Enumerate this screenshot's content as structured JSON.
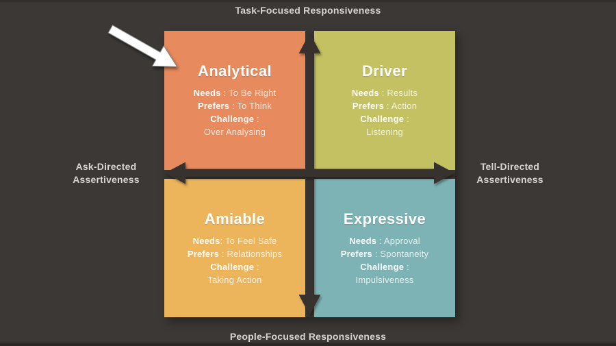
{
  "page": {
    "background_color": "#3b3835",
    "divider_color": "#37332f",
    "axis_text_color": "#d8d5d1"
  },
  "axes": {
    "top": "Task-Focused Responsiveness",
    "bottom": "People-Focused Responsiveness",
    "left_line1": "Ask-Directed",
    "left_line2": "Assertiveness",
    "right_line1": "Tell-Directed",
    "right_line2": "Assertiveness"
  },
  "quadrants": [
    {
      "id": "analytical",
      "title": "Analytical",
      "color": "#e78a5d",
      "lines": [
        {
          "bold": "Needs",
          "rest": " : To Be Right"
        },
        {
          "bold": "Prefers",
          "rest": " : To Think"
        },
        {
          "bold": "Challenge",
          "rest": " :"
        },
        {
          "bold": "",
          "rest": "Over Analysing"
        }
      ]
    },
    {
      "id": "driver",
      "title": "Driver",
      "color": "#c3c161",
      "lines": [
        {
          "bold": "Needs",
          "rest": " : Results"
        },
        {
          "bold": "Prefers",
          "rest": " : Action"
        },
        {
          "bold": "Challenge",
          "rest": " :"
        },
        {
          "bold": "",
          "rest": "Listening"
        }
      ]
    },
    {
      "id": "amiable",
      "title": "Amiable",
      "color": "#ecb55c",
      "lines": [
        {
          "bold": "Needs",
          "rest": ": To Feel Safe"
        },
        {
          "bold": "Prefers",
          "rest": " : Relationships"
        },
        {
          "bold": "Challenge",
          "rest": " :"
        },
        {
          "bold": "",
          "rest": "Taking Action"
        }
      ]
    },
    {
      "id": "expressive",
      "title": "Expressive",
      "color": "#7db3b5",
      "lines": [
        {
          "bold": "Needs",
          "rest": " : Approval"
        },
        {
          "bold": "Prefers",
          "rest": " : Spontaneity"
        },
        {
          "bold": "Challenge",
          "rest": " :"
        },
        {
          "bold": "",
          "rest": "Impulsiveness"
        }
      ]
    }
  ],
  "arrows": {
    "axis_arrow_color": "#37332f",
    "pointer_arrow_color": "#ffffff",
    "pointer_arrow_outline": "#8a8a8a"
  }
}
